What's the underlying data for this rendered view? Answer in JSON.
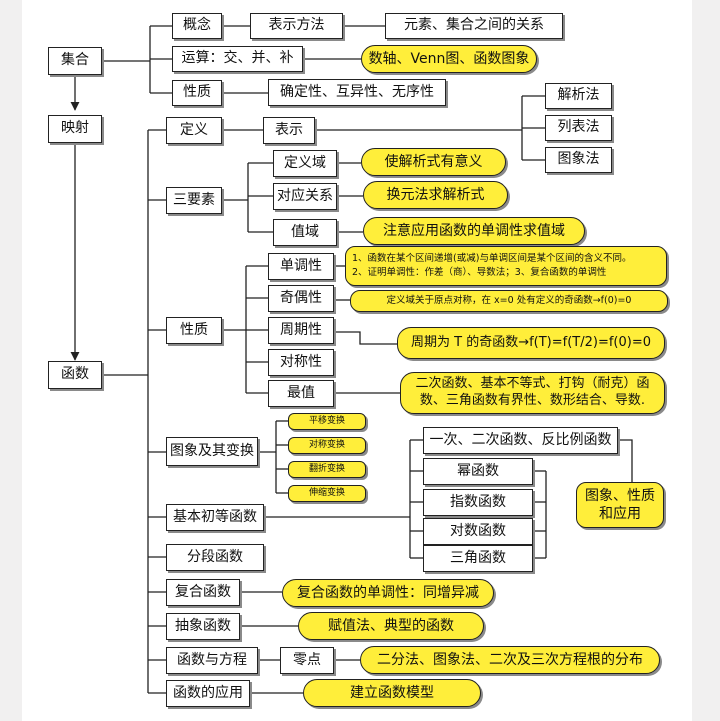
{
  "nodes": {
    "jihe": "集合",
    "yingshe": "映射",
    "hanshu": "函数",
    "gainian": "概念",
    "biaoshi_fangfa": "表示方法",
    "yuansu_guanxi": "元素、集合之间的关系",
    "yunsuan": "运算：交、并、补",
    "yunsuan_note": "数轴、Venn图、函数图象",
    "xingzhi_set": "性质",
    "xingzhi_set_detail": "确定性、互异性、无序性",
    "dingyi": "定义",
    "biaoshi": "表示",
    "jiexifa": "解析法",
    "liebiaofa": "列表法",
    "tuxiangfa": "图象法",
    "sanyaosu": "三要素",
    "dingyiyu": "定义域",
    "dingyiyu_note": "使解析式有意义",
    "duiying": "对应关系",
    "duiying_note": "换元法求解析式",
    "zhiyu": "值域",
    "zhiyu_note": "注意应用函数的单调性求值域",
    "xingzhi_fn": "性质",
    "dandiao": "单调性",
    "dandiao_note_1": "1、函数在某个区间递增(或减)与单调区间是某个区间的含义不同。",
    "dandiao_note_2": "2、证明单调性：作差（商）、导数法；3、复合函数的单调性",
    "jiou": "奇偶性",
    "jiou_note": "定义域关于原点对称，在 x=0 处有定义的奇函数→f(0)=0",
    "zhouqi": "周期性",
    "zhouqi_note": "周期为 T 的奇函数→f(T)=f(T/2)=f(0)=0",
    "duicheng": "对称性",
    "zuizhi": "最值",
    "zuizhi_note_1": "二次函数、基本不等式、打钩（耐克）函",
    "zuizhi_note_2": "数、三角函数有界性、数形结合、导数.",
    "tuxiang_bianhuan": "图象及其变换",
    "pingyi": "平移变换",
    "duicheng_bianhuan": "对称变换",
    "fanzhe": "翻折变换",
    "shensuo": "伸缩变换",
    "jiben_chudeng": "基本初等函数",
    "yici_erci": "一次、二次函数、反比例函数",
    "mi": "幂函数",
    "zhishu": "指数函数",
    "duishu": "对数函数",
    "sanjiao": "三角函数",
    "tuxiang_xingzhi_1": "图象、性质",
    "tuxiang_xingzhi_2": "和应用",
    "fenduan": "分段函数",
    "fuhe": "复合函数",
    "fuhe_note": "复合函数的单调性：同增异减",
    "chouxiang": "抽象函数",
    "chouxiang_note": "赋值法、典型的函数",
    "fangcheng": "函数与方程",
    "lingdian": "零点",
    "lingdian_note": "二分法、图象法、二次及三次方程根的分布",
    "yingyong": "函数的应用",
    "yingyong_note": "建立函数模型"
  },
  "colors": {
    "pill_fill": "#ffee3a",
    "stroke": "#222222",
    "background": "#f1f0f0",
    "canvas": "#ffffff"
  }
}
